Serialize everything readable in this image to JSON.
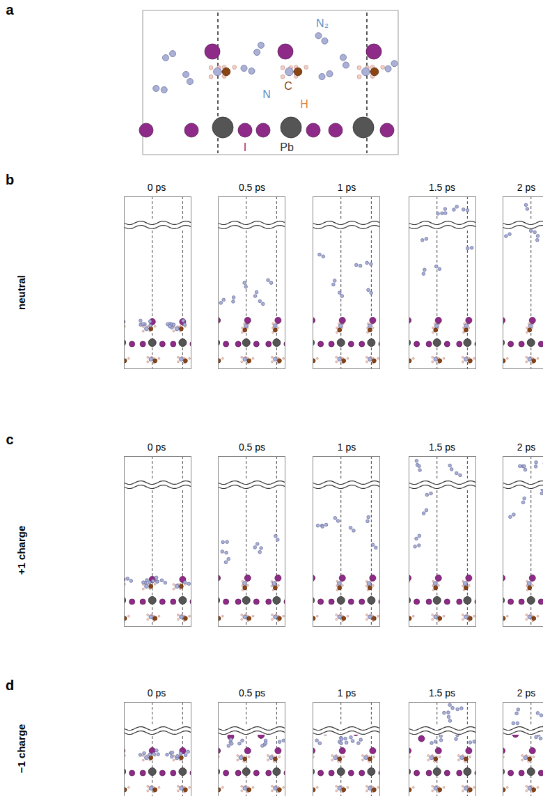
{
  "diagram": {
    "labels": [
      "a",
      "N₂",
      "N",
      "C",
      "H",
      "I",
      "Pb",
      "b",
      "0 ps",
      "0.5 ps",
      "1 ps",
      "1.5 ps",
      "2 ps",
      "neutral",
      "c",
      "0 ps",
      "0.5 ps",
      "1 ps",
      "1.5 ps",
      "2 ps",
      "+1 charge",
      "d",
      "0 ps",
      "0.5 ps",
      "1 ps",
      "1.5 ps",
      "2 ps",
      "−1 charge"
    ]
  }
}
